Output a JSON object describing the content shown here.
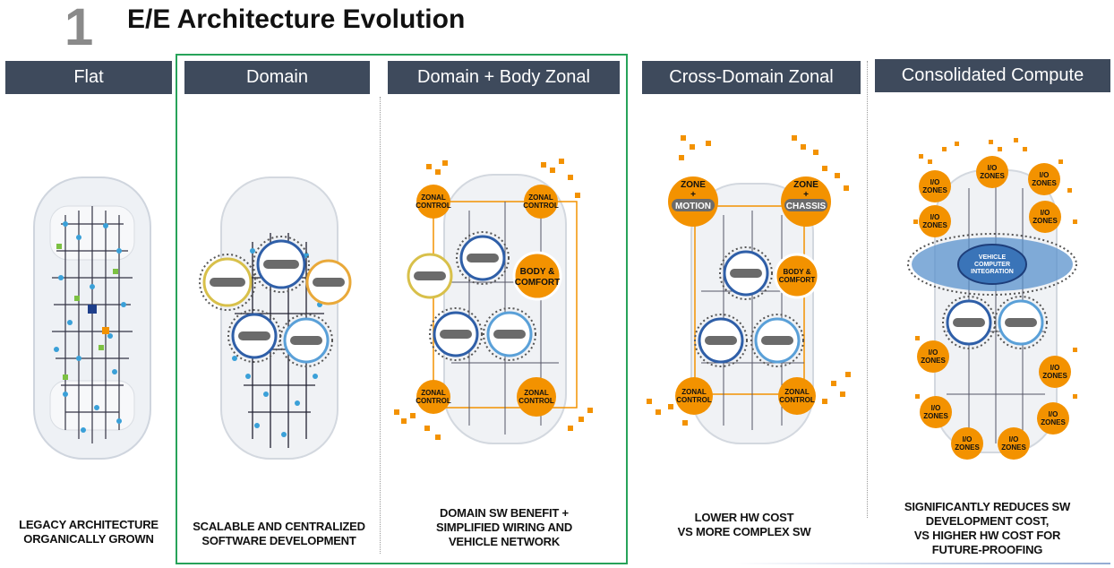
{
  "slide": {
    "number": "1",
    "title": "E/E Architecture Evolution"
  },
  "columns": [
    {
      "header": "Flat",
      "caption": [
        "LEGACY ARCHITECTURE",
        "ORGANICALLY GROWN"
      ]
    },
    {
      "header": "Domain",
      "caption": [
        "SCALABLE AND CENTRALIZED",
        "SOFTWARE DEVELOPMENT"
      ]
    },
    {
      "header": "Domain + Body Zonal",
      "caption": [
        "DOMAIN SW BENEFIT +",
        "SIMPLIFIED WIRING AND",
        "VEHICLE NETWORK"
      ]
    },
    {
      "header": "Cross-Domain Zonal",
      "caption": [
        "LOWER HW COST",
        "VS MORE COMPLEX SW"
      ]
    },
    {
      "header": "Consolidated Compute",
      "caption": [
        "SIGNIFICANTLY REDUCES SW",
        "DEVELOPMENT COST,",
        "VS HIGHER HW COST FOR",
        "FUTURE-PROOFING"
      ]
    }
  ],
  "labels": {
    "zonal_control": [
      "ZONAL",
      "CONTROL"
    ],
    "body_comfort": [
      "BODY &",
      "COMFORT"
    ],
    "zone_motion": [
      "ZONE",
      "+",
      "MOTION"
    ],
    "zone_chassis": [
      "ZONE",
      "+",
      "CHASSIS"
    ],
    "io_zones": [
      "I/O",
      "ZONES"
    ],
    "vehicle_computer": [
      "VEHICLE",
      "COMPUTER",
      "INTEGRATION"
    ]
  },
  "colors": {
    "header_bg": "#3e4a5c",
    "accent_orange": "#f39200",
    "frame_green": "#27a35a",
    "node_blue": "#2f5fa8"
  }
}
